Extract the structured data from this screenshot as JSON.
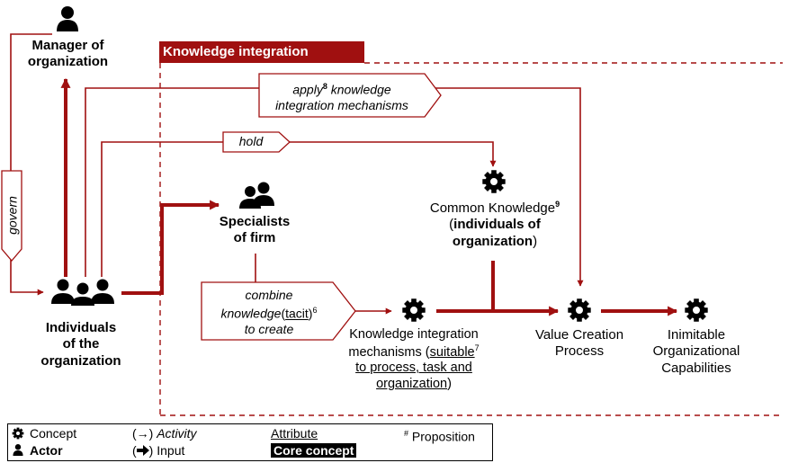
{
  "banner": "Knowledge integration",
  "nodes": {
    "manager": {
      "line1": "Manager of",
      "line2": "organization"
    },
    "individuals": {
      "line1": "Individuals",
      "line2": "of the",
      "line3": "organization"
    },
    "specialists": {
      "line1": "Specialists",
      "line2": "of firm"
    },
    "common": {
      "name": "Common Knowledge",
      "sup": "9",
      "attr_open": "(",
      "attr_l1": "individuals of",
      "attr_l2": "organization",
      "attr_close": ")"
    },
    "kim": {
      "line1": "Knowledge integration",
      "line2_pre": "mechanisms (",
      "line2_attr": "suitable",
      "line2_sup": "7",
      "line3": "to process, task and",
      "line4": "organization",
      "line4_close": ")"
    },
    "vcp": {
      "line1": "Value Creation",
      "line2": "Process"
    },
    "ioc": {
      "line1": "Inimitable",
      "line2": "Organizational",
      "line3": "Capabilities"
    }
  },
  "edges": {
    "govern": "govern",
    "apply": {
      "pre": "apply",
      "sup": "8",
      "post": " knowledge",
      "line2": "integration mechanisms"
    },
    "hold": "hold",
    "combine": {
      "line1": "combine",
      "line2_pre": "knowledge",
      "paren_open": "(",
      "attr": "tacit",
      "paren_close": ")",
      "sup": "6",
      "line3": "to create"
    }
  },
  "legend": {
    "concept": "Concept",
    "actor": "Actor",
    "activity_sym": "(→)",
    "activity": "Activity",
    "input_sym_open": "(",
    "input_sym_close": ")",
    "input": "Input",
    "attribute": "Attribute",
    "core": "Core concept",
    "prop_mark": "#",
    "proposition": "Proposition"
  },
  "colors": {
    "arrow": "#a01010",
    "banner": "#a01010"
  },
  "icons": {
    "concept": "gear-icon",
    "actor": "person-icon",
    "group": "people-group-icon"
  }
}
